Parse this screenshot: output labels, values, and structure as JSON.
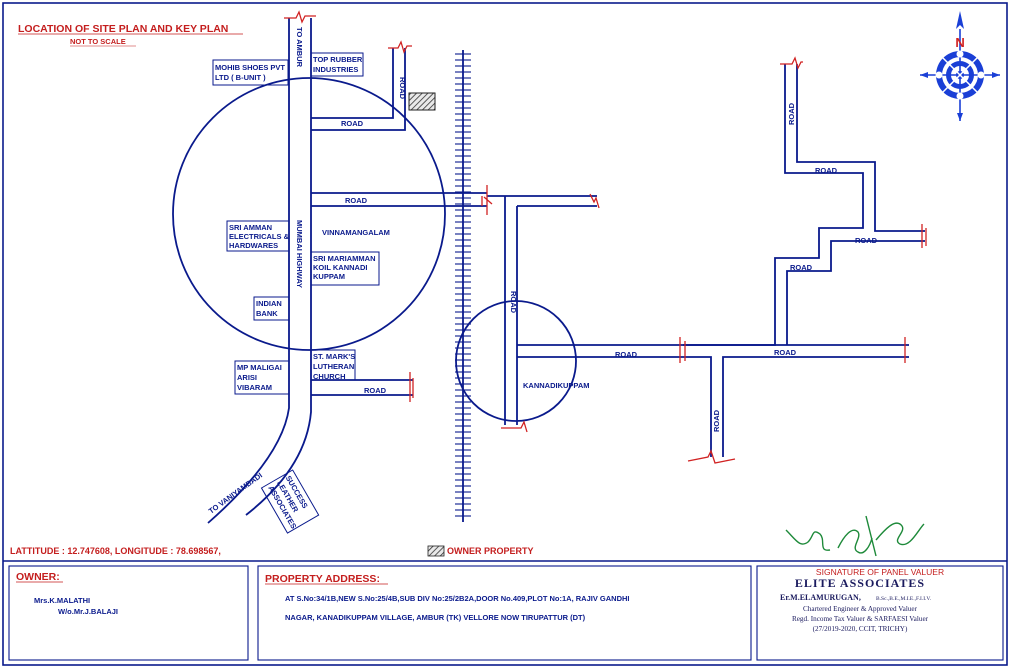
{
  "header": {
    "title": "LOCATION OF SITE PLAN AND KEY PLAN",
    "subtitle": "NOT TO SCALE"
  },
  "map": {
    "to_ambur": "TO AMBUR",
    "highway": "MUMBAI HIGHWAY",
    "to_vaniyambadi": "TO VANIYAMBADI",
    "road": "ROAD",
    "places": {
      "mohib": [
        "MOHIB SHOES PVT",
        "LTD ( B-UNIT )"
      ],
      "top_rubber": [
        "TOP RUBBER",
        "INDUSTRIES"
      ],
      "sri_amman": [
        "SRI AMMAN",
        "ELECTRICALS &",
        "HARDWARES"
      ],
      "vinnamangalam": "VINNAMANGALAM",
      "sri_mariamman": [
        "SRI MARIAMMAN",
        "KOIL KANNADI",
        "KUPPAM"
      ],
      "indian_bank": [
        "INDIAN",
        "BANK"
      ],
      "mp_maligai": [
        "MP MALIGAI",
        "ARISI",
        "VIBARAM"
      ],
      "st_marks": [
        "ST. MARK'S",
        "LUTHERAN",
        "CHURCH"
      ],
      "success": [
        "SUCCESS",
        "LEATHER",
        "ASSOCIATES"
      ],
      "kannadikuppam": "KANNADIKUPPAM"
    },
    "compass_letter": "N"
  },
  "footer": {
    "latlong": "LATTITUDE :  12.747608, LONGITUDE : 78.698567,",
    "legend_owner_property": "OWNER PROPERTY",
    "owner_label": "OWNER:",
    "owner_name_1": "Mrs.K.MALATHI",
    "owner_name_2": "W/o.Mr.J.BALAJI",
    "address_label": "PROPERTY ADDRESS:",
    "address_line_1": "AT S.No:34/1B,NEW S.No:25/4B,SUB DIV No:25/2B2A,DOOR No.409,PLOT No:1A, RAJIV GANDHI",
    "address_line_2": "NAGAR, KANADIKUPPAM VILLAGE, AMBUR (TK) VELLORE NOW TIRUPATTUR (DT)",
    "signature_label": "SIGNATURE OF PANEL VALUER",
    "valuer_firm": "ELITE ASSOCIATES",
    "valuer_name": "Er.M.ELAMURUGAN,",
    "valuer_degrees": "B.Sc.,B.E.,M.I.E.,F.I.I.V.",
    "valuer_line_1": "Chartered Engineer & Approved Valuer",
    "valuer_line_2": "Regd. Income Tax Valuer & SARFAESI Valuer",
    "valuer_line_3": "(27/2019-2020, CCIT, TRICHY)"
  },
  "colors": {
    "line": "#0a1a8c",
    "accent": "#c41e1e",
    "compass": "#1a3fd6"
  }
}
